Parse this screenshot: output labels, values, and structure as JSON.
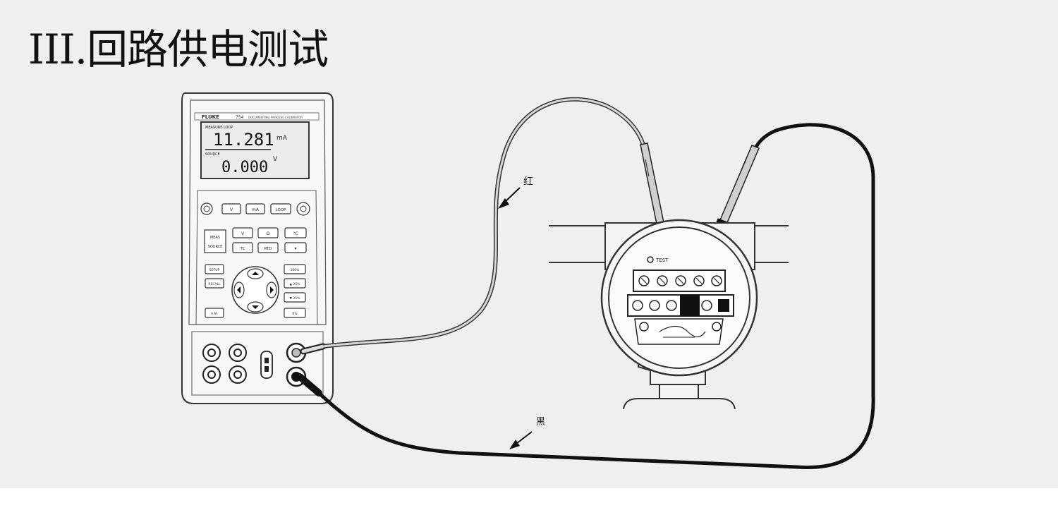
{
  "title": "III.回路供电测试",
  "calibrator": {
    "brand": "FLUKE",
    "model": "754",
    "model_desc": "DOCUMENTING PROCESS CALIBRATOR",
    "measure_label": "MEASURE LOOP",
    "measure_value": "11.281",
    "measure_unit": "mA",
    "source_label": "SOURCE",
    "source_value": "0.000",
    "source_unit": "V",
    "keys": {
      "v": "V",
      "mv": "mA",
      "loop": "LOOP",
      "meas": "MEAS",
      "source": "SOURCE",
      "v2": "V",
      "ohm": "Ω",
      "tc": "TC",
      "rtd": "RTD",
      "save": "SETUP",
      "recall": "RECALL",
      "auto": "A.M.",
      "pct100": "100%",
      "up25": "▲ 25%",
      "dn25": "▼ 25%",
      "zero": "0%"
    }
  },
  "labels": {
    "red": "红",
    "black": "黑"
  },
  "transmitter": {
    "terminal_label": "TEST"
  },
  "colors": {
    "panel_bg": "#efefef",
    "red_lead": "#9a9a9a",
    "black_lead": "#111111"
  }
}
